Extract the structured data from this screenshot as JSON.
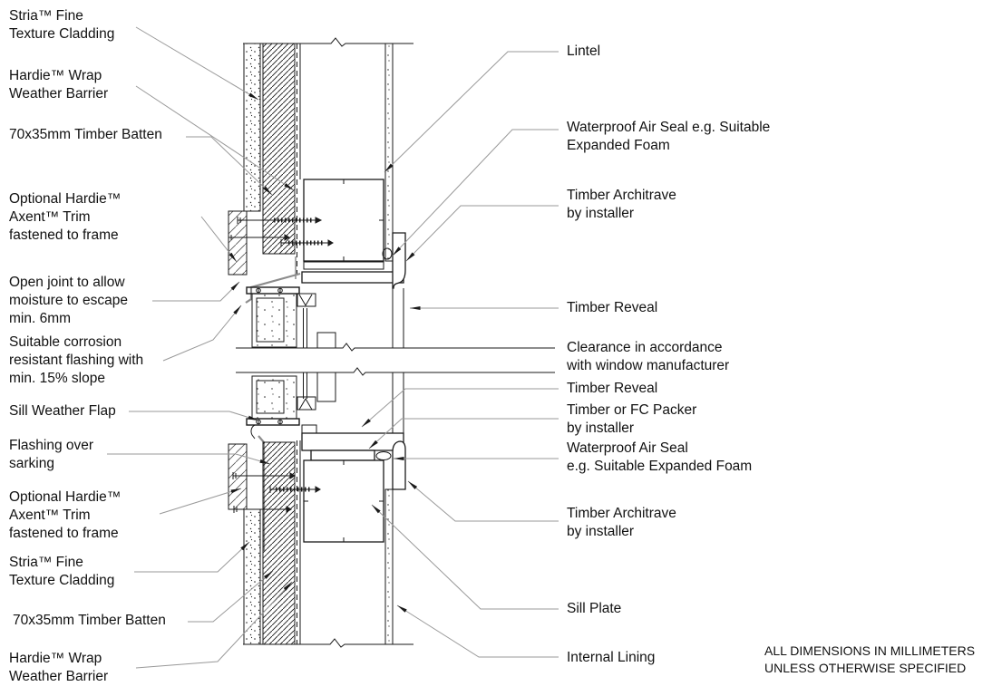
{
  "drawing": {
    "note": "ALL DIMENSIONS IN MILLIMETERS\nUNLESS OTHERWISE SPECIFIED",
    "colors": {
      "line": "#1a1a1a",
      "leader": "#999999",
      "flashing": "#8c8c8c"
    },
    "labels_left": [
      {
        "id": "stria-cladding-top",
        "text": "Stria™ Fine\nTexture Cladding"
      },
      {
        "id": "hardie-wrap-top",
        "text": "Hardie™ Wrap\nWeather Barrier"
      },
      {
        "id": "timber-batten-top",
        "text": "70x35mm Timber Batten"
      },
      {
        "id": "axent-trim-top",
        "text": "Optional Hardie™\nAxent™ Trim\nfastened to frame"
      },
      {
        "id": "open-joint",
        "text": "Open joint to allow\nmoisture to escape\nmin. 6mm"
      },
      {
        "id": "corrosion-flashing",
        "text": "Suitable corrosion\nresistant flashing with\nmin. 15% slope"
      },
      {
        "id": "sill-weather-flap",
        "text": "Sill Weather Flap"
      },
      {
        "id": "flashing-sarking",
        "text": "Flashing over\nsarking"
      },
      {
        "id": "axent-trim-bottom",
        "text": "Optional Hardie™\nAxent™ Trim\nfastened to frame"
      },
      {
        "id": "stria-cladding-bottom",
        "text": "Stria™ Fine\nTexture Cladding"
      },
      {
        "id": "timber-batten-bottom",
        "text": "70x35mm Timber Batten"
      },
      {
        "id": "hardie-wrap-bottom",
        "text": "Hardie™ Wrap\nWeather Barrier"
      }
    ],
    "labels_right": [
      {
        "id": "lintel",
        "text": "Lintel"
      },
      {
        "id": "air-seal-head",
        "text": "Waterproof Air Seal e.g. Suitable\nExpanded Foam"
      },
      {
        "id": "architrave-head",
        "text": "Timber Architrave\nby installer"
      },
      {
        "id": "timber-reveal-head",
        "text": "Timber Reveal"
      },
      {
        "id": "clearance",
        "text": "Clearance in accordance\nwith window manufacturer"
      },
      {
        "id": "timber-reveal-sill",
        "text": "Timber Reveal"
      },
      {
        "id": "fc-packer",
        "text": "Timber or FC Packer\nby installer"
      },
      {
        "id": "air-seal-sill",
        "text": "Waterproof Air Seal\ne.g. Suitable Expanded Foam"
      },
      {
        "id": "architrave-sill",
        "text": "Timber Architrave\nby installer"
      },
      {
        "id": "sill-plate",
        "text": "Sill Plate"
      },
      {
        "id": "internal-lining",
        "text": "Internal Lining"
      }
    ]
  }
}
